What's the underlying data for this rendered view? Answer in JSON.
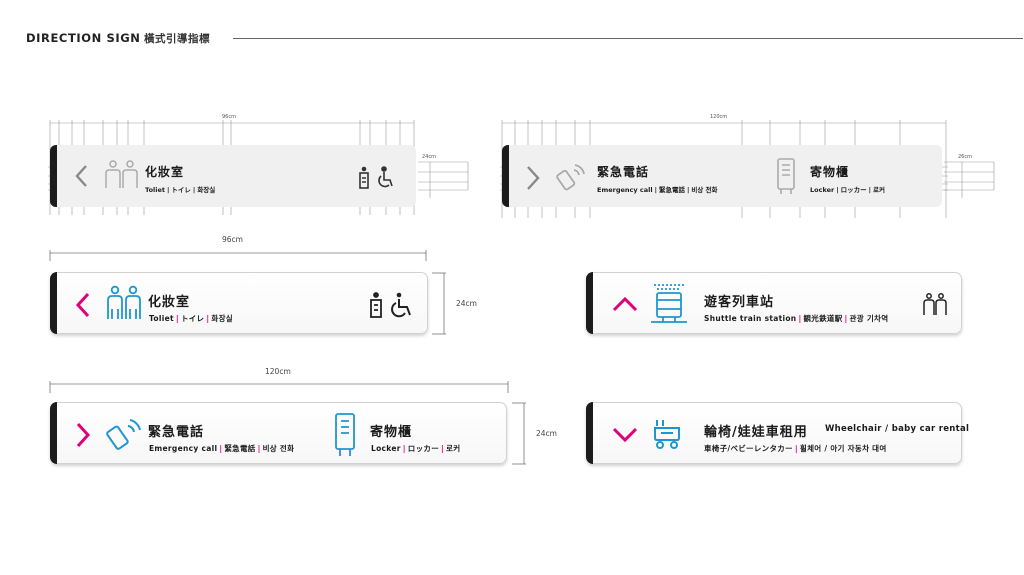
{
  "header": {
    "title": "DIRECTION SIGN",
    "subtitle": "橫式引導指標"
  },
  "tech_top_left": {
    "width_label": "96cm",
    "height_label": "24cm",
    "title": "化妝室",
    "subtitle_parts": [
      "Toliet",
      "トイレ",
      "화장실"
    ]
  },
  "tech_top_right": {
    "width_label": "120cm",
    "height_label": "26cm",
    "title1": "緊急電話",
    "sub1_parts": [
      "Emergency call",
      "緊急電話",
      "비상 전화"
    ],
    "title2": "寄物櫃",
    "sub2_parts": [
      "Locker",
      "ロッカー",
      "로커"
    ]
  },
  "sign_toilet": {
    "width_label": "96cm",
    "height_label": "24cm",
    "title": "化妝室",
    "subtitle_parts": [
      "Toliet",
      "トイレ",
      "화장실"
    ]
  },
  "sign_emergency": {
    "width_label": "120cm",
    "height_label": "24cm",
    "title1": "緊急電話",
    "sub1_parts": [
      "Emergency call",
      "緊急電話",
      "비상 전화"
    ],
    "title2": "寄物櫃",
    "sub2_parts": [
      "Locker",
      "ロッカー",
      "로커"
    ]
  },
  "sign_shuttle": {
    "title": "遊客列車站",
    "subtitle_parts": [
      "Shuttle train station",
      "観光鉄道駅",
      "관광 기차역"
    ]
  },
  "sign_wheelchair": {
    "title": "輪椅/娃娃車租用",
    "title_en": "Wheelchair / baby car rental",
    "subtitle_parts": [
      "車椅子/ベビーレンタカー",
      "휠체어 / 아기 자동차 대여"
    ]
  },
  "colors": {
    "accent_pink": "#e0007a",
    "icon_blue": "#1e96d2",
    "bar_black": "#1c1c1c"
  },
  "icons": [
    "chevron-left-icon",
    "chevron-right-icon",
    "chevron-up-icon",
    "chevron-down-icon",
    "restroom-icon",
    "elevator-icon",
    "wheelchair-icon",
    "phone-icon",
    "locker-icon",
    "train-icon",
    "stroller-icon"
  ]
}
